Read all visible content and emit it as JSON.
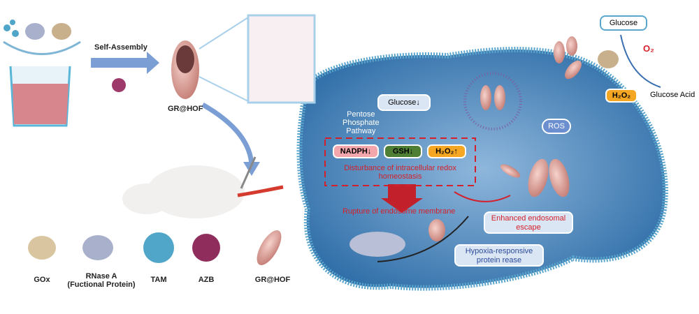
{
  "left": {
    "self_assembly": "Self-Assembly",
    "gr_hof": "GR@HOF"
  },
  "legend": [
    {
      "label": "GOx"
    },
    {
      "label": "RNase A\n(Fuctional Protein)"
    },
    {
      "label": "TAM"
    },
    {
      "label": "AZB"
    },
    {
      "label": "GR@HOF"
    }
  ],
  "top_right": {
    "glucose": "Glucose",
    "o2": "O₂",
    "h2o2": "H₂O₂",
    "glucose_acid": "Glucose Acid"
  },
  "cell": {
    "glucose_down": "Glucose↓",
    "pentose": "Pentose\nPhosphate\nPathway",
    "nadph": "NADPH↓",
    "gsh": "GSH↓",
    "h2o2_up": "H₂O₂↑",
    "disturbance": "Disturbance of intracellular redox\nhomeostasis",
    "rupture": "Rupture of endosome membrane",
    "ros": "ROS",
    "escape": "Enhanced endosomal\nescape",
    "hypoxia": "Hypoxia-responsive\nprotein rease"
  },
  "colors": {
    "cell": "#3f7fb8",
    "red": "#d4202a",
    "nadph": "#f4a6ad",
    "gsh": "#4f7f35",
    "h2o2": "#f5a623",
    "capsule": "#e0a09a"
  }
}
